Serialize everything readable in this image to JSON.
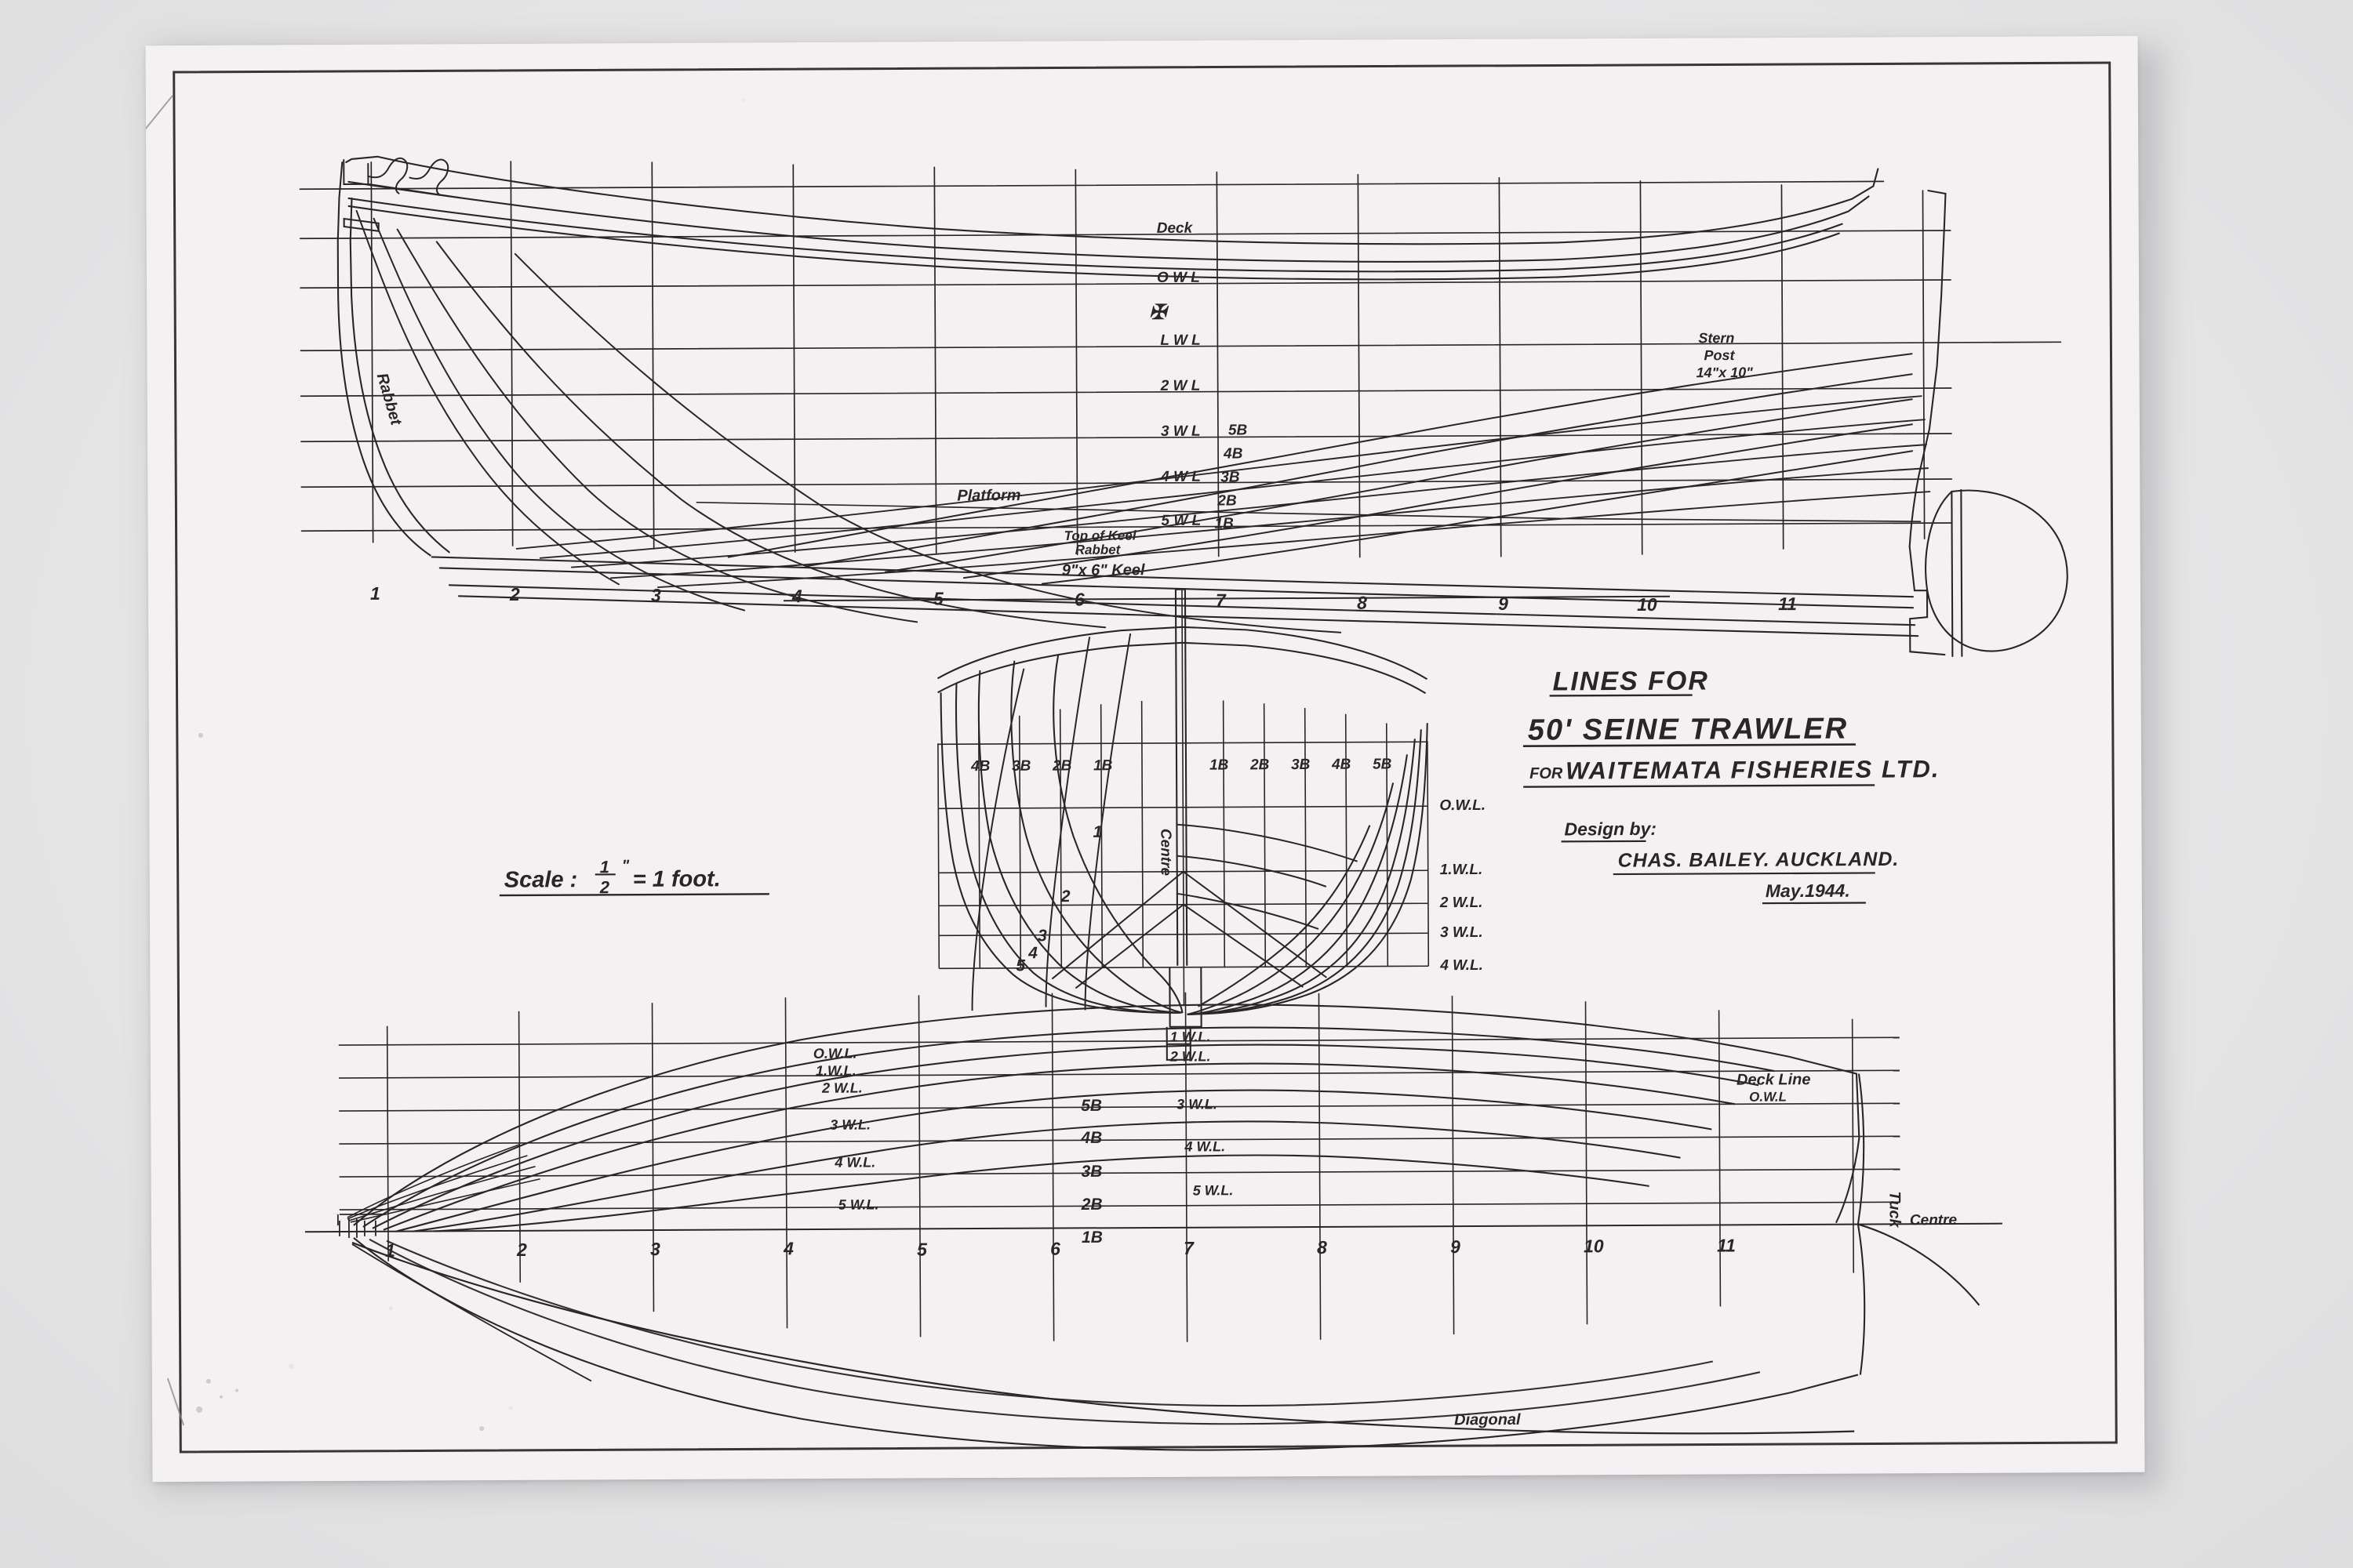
{
  "document": {
    "type": "naval-architecture-lines-plan",
    "sheet_note": "photographed drawing sheet on light grey background"
  },
  "title_block": {
    "line1": "LINES FOR",
    "line2": "50' SEINE TRAWLER",
    "for_label": "FOR",
    "client": "WAITEMATA FISHERIES LTD.",
    "design_by_label": "Design by:",
    "designer": "CHAS. BAILEY.   AUCKLAND.",
    "date": "May.1944."
  },
  "scale_note": {
    "prefix": "Scale :",
    "numerator": "1",
    "denominator": "2",
    "inch_mark": "\"",
    "suffix": "= 1 foot."
  },
  "profile_view": {
    "name": "sheer-profile-plan",
    "waterlines": [
      "Deck",
      "O W L",
      "L W L",
      "2 W L",
      "3 W L",
      "4 W L",
      "5 W L"
    ],
    "buttocks": [
      "5B",
      "4B",
      "3B",
      "2B",
      "1B"
    ],
    "annotations": {
      "rabbet": "Rabbet",
      "platform": "Platform",
      "top_of_keel": "Top of Keel",
      "rabbet_keel": "Rabbet",
      "keel_size": "9\"x 6\" Keel",
      "stern_post_l1": "Stern",
      "stern_post_l2": "Post",
      "stern_post_l3": "14\"x 10\"",
      "midship_symbol": "✠"
    },
    "stations": [
      "1",
      "2",
      "3",
      "4",
      "5",
      "6",
      "7",
      "8",
      "9",
      "10",
      "11"
    ]
  },
  "body_plan": {
    "name": "body-plan",
    "buttocks_left": [
      "4B",
      "3B",
      "2B",
      "1B"
    ],
    "buttocks_right": [
      "1B",
      "2B",
      "3B",
      "4B",
      "5B"
    ],
    "waterlines_right": [
      "O.W.L.",
      "1.W.L.",
      "2 W.L.",
      "3 W.L.",
      "4 W.L."
    ],
    "station_labels": [
      "1",
      "2",
      "3",
      "4",
      "5"
    ],
    "centre_label": "Centre"
  },
  "half_breadth_plan": {
    "name": "half-breadth-plan",
    "waterlines_left": [
      "O.W.L.",
      "1.W.L.",
      "2 W.L.",
      "3 W.L.",
      "4 W.L.",
      "5 W.L."
    ],
    "waterlines_mid": [
      "1 W.L.",
      "2 W.L.",
      "3 W.L.",
      "4 W.L.",
      "5 W.L."
    ],
    "buttocks_mid": [
      "5B",
      "4B",
      "3B",
      "2B",
      "1B"
    ],
    "deck_line": "Deck Line",
    "owl_stern": "O.W.L",
    "tuck": "Tuck",
    "centre": "Centre",
    "diagonal": "Diagonal",
    "stations": [
      "1",
      "2",
      "3",
      "4",
      "5",
      "6",
      "7",
      "8",
      "9",
      "10",
      "11"
    ]
  },
  "colors": {
    "ink": "#2a2628",
    "paper": "#f4f1f3",
    "backdrop": "#e9e9ea",
    "border": "#3a3436"
  }
}
